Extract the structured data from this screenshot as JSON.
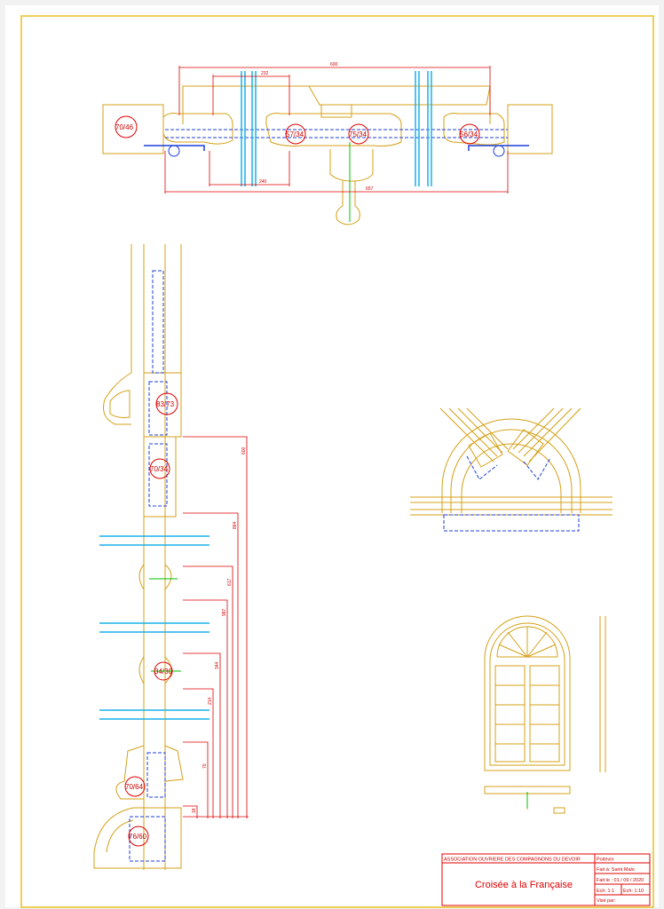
{
  "colors": {
    "wood": "#d4a017",
    "glass": "#1ab0e8",
    "hidden": "#1f3fd8",
    "dimension": "#e00000",
    "accent": "#00c000",
    "frame": "#e8c020"
  },
  "plan": {
    "dim_top_overall": "600",
    "dim_top_inner": "232",
    "dim_bottom_inner": "240",
    "dim_bottom_overall": "657",
    "labels": [
      "70/46",
      "57/34",
      "75/34",
      "56/34"
    ]
  },
  "section": {
    "labels": [
      "83/73",
      "70/34",
      "34/30",
      "70/64",
      "76/60"
    ],
    "dims": [
      "600",
      "864",
      "617",
      "987",
      "344",
      "214",
      "70",
      "18"
    ]
  },
  "title_block": {
    "association": "ASSOCIATION OUVRIERE DES COMPAGNONS DU DEVOIR",
    "author": "Poitevin",
    "title": "Croisée à la Française",
    "place": "Fait à: Saint Malo",
    "date": "Fait le : 01 / 09 / 2020",
    "scale1": "Ech: 1:1",
    "scale2": "Ech: 1:10",
    "seen": "Visé par:"
  }
}
